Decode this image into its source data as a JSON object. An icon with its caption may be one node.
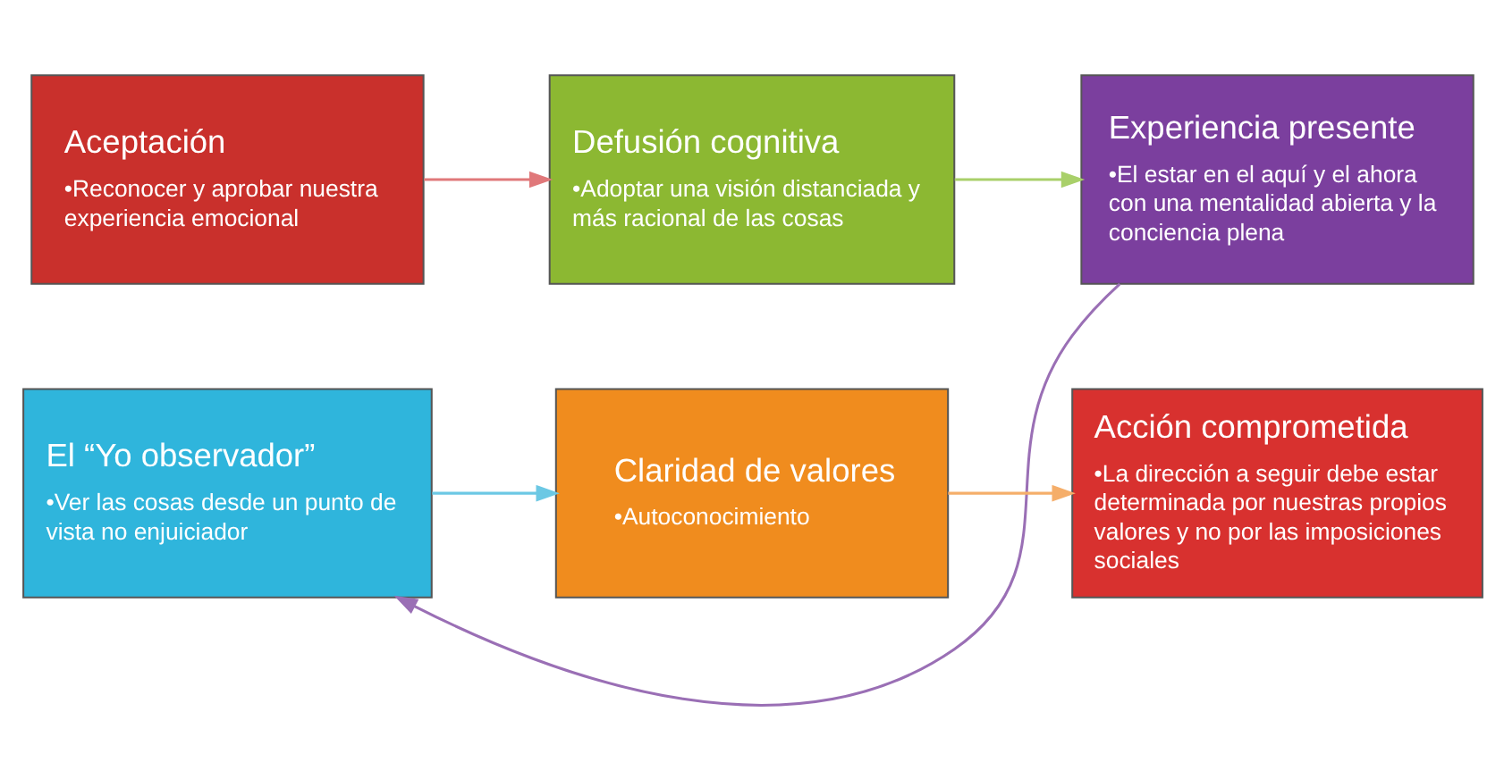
{
  "diagram": {
    "nodes": [
      {
        "text": [
          "Aceptación",
          "•Reconocer y aprobar nuestra experiencia emocional"
        ]
      },
      {
        "text": [
          "Defusión cognitiva",
          "•Adoptar una visión distanciada y más racional de las cosas"
        ]
      },
      {
        "text": [
          "Experiencia presente",
          "•El estar en el aquí y el ahora con una mentalidad abierta y la conciencia plena"
        ]
      },
      {
        "text": [
          "El “Yo observador”",
          "•Ver las cosas desde un punto de vista no enjuiciador"
        ]
      },
      {
        "text": [
          "Claridad de valores",
          "•Autoconocimiento"
        ]
      },
      {
        "text": [
          "Acción comprometida",
          "•La dirección a seguir debe estar determinada por nuestras propios valores y no por las imposiciones sociales"
        ]
      }
    ],
    "edges": [
      {
        "from": 0,
        "to": 1,
        "arrow": "to",
        "color": "#e0787a"
      },
      {
        "from": 1,
        "to": 2,
        "arrow": "to",
        "color": "#a9d06a"
      },
      {
        "from": 2,
        "to": 3,
        "arrow": "to",
        "color": "#9a6fb5"
      },
      {
        "from": 3,
        "to": 4,
        "arrow": "to",
        "color": "#6cc8e4"
      },
      {
        "from": 4,
        "to": 5,
        "arrow": "to",
        "color": "#f5ae6a"
      }
    ]
  }
}
